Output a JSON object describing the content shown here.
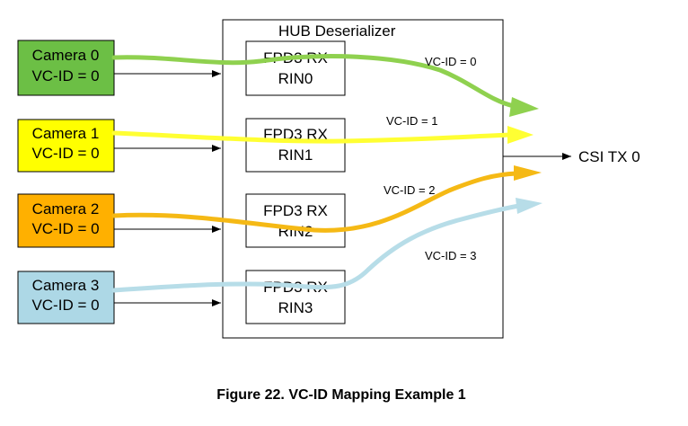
{
  "hub": {
    "title": "HUB Deserializer"
  },
  "cameras": [
    {
      "name": "Camera 0",
      "vcid": "VC-ID = 0",
      "color": "#6cbf45"
    },
    {
      "name": "Camera 1",
      "vcid": "VC-ID = 0",
      "color": "#ffff00"
    },
    {
      "name": "Camera 2",
      "vcid": "VC-ID = 0",
      "color": "#ffb000"
    },
    {
      "name": "Camera 3",
      "vcid": "VC-ID = 0",
      "color": "#add8e6"
    }
  ],
  "receivers": [
    {
      "line1": "FPD3 RX",
      "line2": "RIN0"
    },
    {
      "line1": "FPD3 RX",
      "line2": "RIN1"
    },
    {
      "line1": "FPD3 RX",
      "line2": "RIN2"
    },
    {
      "line1": "FPD3 RX",
      "line2": "RIN3"
    }
  ],
  "streams": [
    {
      "label": "VC-ID = 0",
      "color": "#8fd14f"
    },
    {
      "label": "VC-ID = 1",
      "color": "#ffff33"
    },
    {
      "label": "VC-ID = 2",
      "color": "#f5b915"
    },
    {
      "label": "VC-ID = 3",
      "color": "#b7dde8"
    }
  ],
  "output": {
    "label": "CSI TX 0"
  },
  "caption": "Figure 22.  VC-ID Mapping Example 1"
}
